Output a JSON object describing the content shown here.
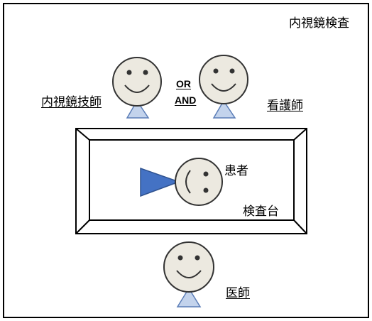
{
  "title": "内視鏡検査",
  "people": {
    "endoscopist": "内視鏡技師",
    "nurse": "看護師",
    "patient": "患者",
    "doctor": "医師"
  },
  "connector": {
    "or": "OR",
    "and": "AND"
  },
  "table_label": "検査台",
  "colors": {
    "outline": "#000000",
    "face_fill": "#ece9e0",
    "face_stroke": "#333333",
    "body_fill": "#c3d3ec",
    "body_stroke": "#5b7db7",
    "cone_fill": "#4472c4",
    "cone_stroke": "#2f528f"
  },
  "icons": [
    "smiley-face-icon",
    "person-body-icon",
    "endoscope-cone-icon"
  ]
}
